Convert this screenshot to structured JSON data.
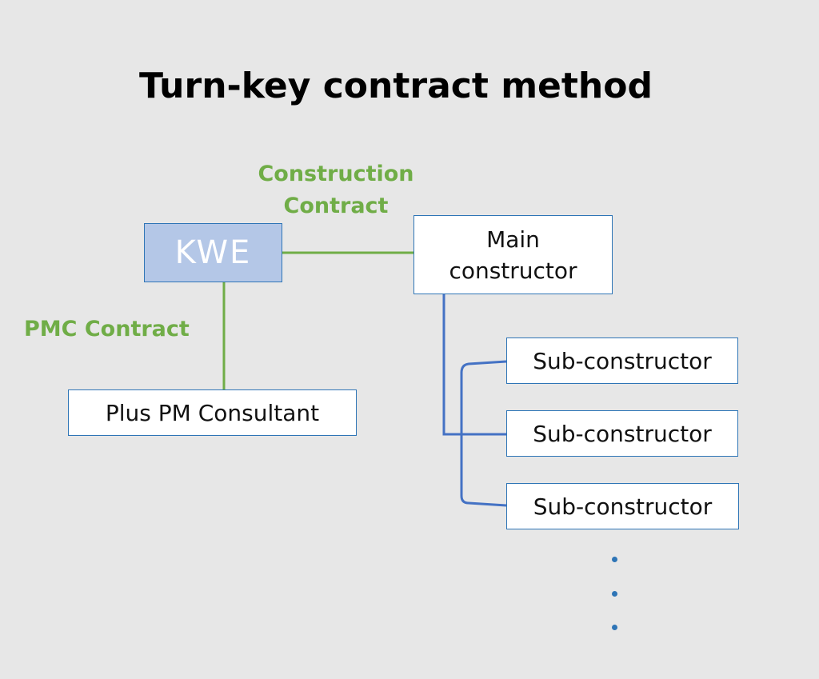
{
  "title": "Turn-key contract method",
  "labels": {
    "construction_contract_line1": "Construction",
    "construction_contract_line2": "Contract",
    "pmc_contract": "PMC Contract"
  },
  "nodes": {
    "kwe": "KWE",
    "main_constructor_line1": "Main",
    "main_constructor_line2": "constructor",
    "plus_pm_consultant": "Plus PM Consultant",
    "sub_constructors": [
      "Sub-constructor",
      "Sub-constructor",
      "Sub-constructor"
    ]
  },
  "colors": {
    "background": "#e7e7e7",
    "contract_line": "#70ad47",
    "hierarchy_line": "#4472c4",
    "kwe_fill": "#b4c7e7",
    "box_border": "#2e75b6",
    "ellipsis_dots": "#2e75b6"
  }
}
